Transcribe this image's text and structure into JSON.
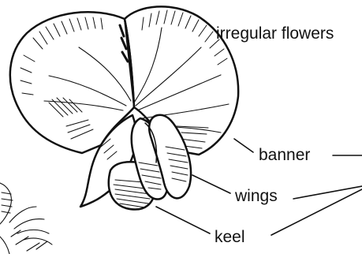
{
  "title": "irregular flowers",
  "parts": [
    {
      "id": "banner",
      "label": "banner"
    },
    {
      "id": "wings",
      "label": "wings"
    },
    {
      "id": "keel",
      "label": "keel"
    }
  ],
  "colors": {
    "ink": "#111111",
    "background": "#ffffff"
  }
}
